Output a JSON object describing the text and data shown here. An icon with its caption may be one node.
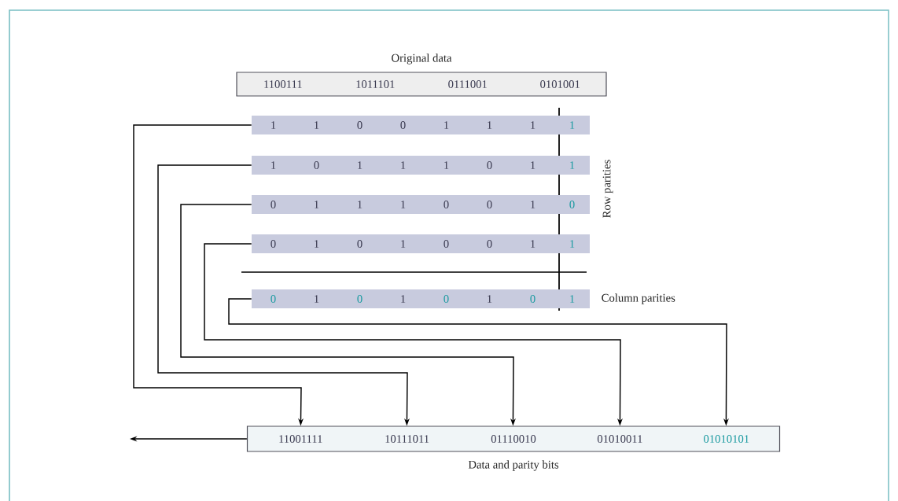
{
  "diagram": {
    "nodes": [
      {
        "text": [
          "Original data",
          "1100111",
          "1011101",
          "0111001",
          "0101001"
        ]
      },
      {
        "text": [
          "1",
          "1",
          "0",
          "0",
          "1",
          "1",
          "1",
          "1"
        ]
      },
      {
        "text": [
          "1",
          "0",
          "1",
          "1",
          "1",
          "0",
          "1",
          "1"
        ]
      },
      {
        "text": [
          "0",
          "1",
          "1",
          "1",
          "0",
          "0",
          "1",
          "0"
        ]
      },
      {
        "text": [
          "0",
          "1",
          "0",
          "1",
          "0",
          "0",
          "1",
          "1"
        ]
      },
      {
        "text": [
          "0",
          "1",
          "0",
          "1",
          "0",
          "1",
          "0",
          "1"
        ]
      },
      {
        "text": [
          "11001111",
          "10111011",
          "01110010",
          "01010011",
          "01010101"
        ],
        "beside": [
          "Data and parity bits"
        ]
      }
    ],
    "edges": [
      {
        "from": 1,
        "to": 6,
        "arrow": "to"
      },
      {
        "from": 2,
        "to": 6,
        "arrow": "to"
      },
      {
        "from": 3,
        "to": 6,
        "arrow": "to"
      },
      {
        "from": 4,
        "to": 6,
        "arrow": "to"
      },
      {
        "from": 5,
        "to": 6,
        "arrow": "to"
      },
      {
        "from": 6,
        "to": null,
        "arrow": "to"
      }
    ],
    "labels": [
      "Row parities",
      "Column parities"
    ]
  }
}
